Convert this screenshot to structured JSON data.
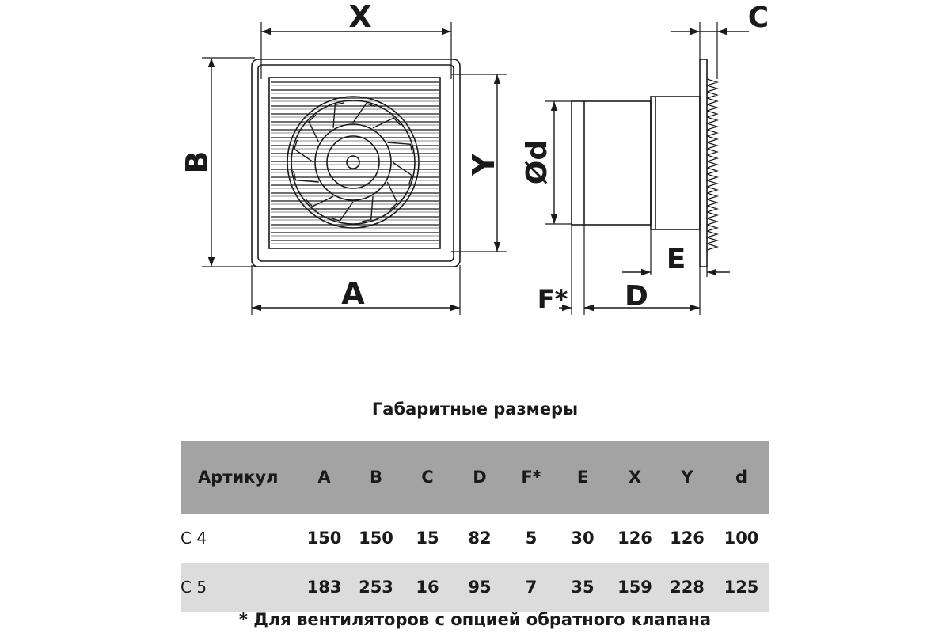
{
  "labels": {
    "x": "X",
    "b": "B",
    "y": "Y",
    "a": "A",
    "d_diam": "Ød",
    "c": "C",
    "e": "E",
    "f": "F*",
    "d": "D"
  },
  "title": "Габаритные размеры",
  "table": {
    "headers": [
      "Артикул",
      "A",
      "B",
      "C",
      "D",
      "F*",
      "E",
      "X",
      "Y",
      "d"
    ],
    "rows": [
      [
        "С 4",
        "150",
        "150",
        "15",
        "82",
        "5",
        "30",
        "126",
        "126",
        "100"
      ],
      [
        "С 5",
        "183",
        "253",
        "16",
        "95",
        "7",
        "35",
        "159",
        "228",
        "125"
      ]
    ]
  },
  "footnote": "* Для вентиляторов с опцией обратного клапана",
  "colors": {
    "line": "#1a1a1a",
    "header_bg": "#a3a3a3",
    "alt_row_bg": "#dcdcdc"
  }
}
